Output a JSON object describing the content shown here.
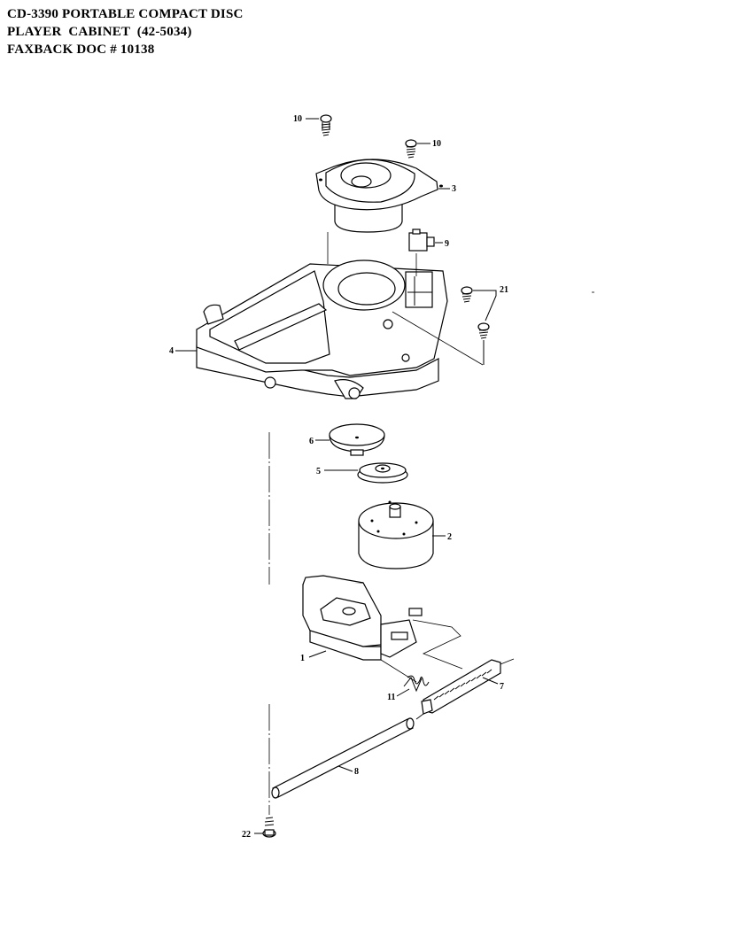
{
  "header": {
    "line1": "CD-3390 PORTABLE COMPACT DISC",
    "line2": "PLAYER  CABINET  (42-5034)",
    "line3": "FAXBACK DOC # 10138"
  },
  "callouts": {
    "c10a": "10",
    "c10b": "10",
    "c3": "3",
    "c9": "9",
    "c21": "21",
    "c4": "4",
    "c6": "6",
    "c5": "5",
    "c2": "2",
    "c1": "1",
    "c7": "7",
    "c11": "11",
    "c8": "8",
    "c22": "22"
  }
}
